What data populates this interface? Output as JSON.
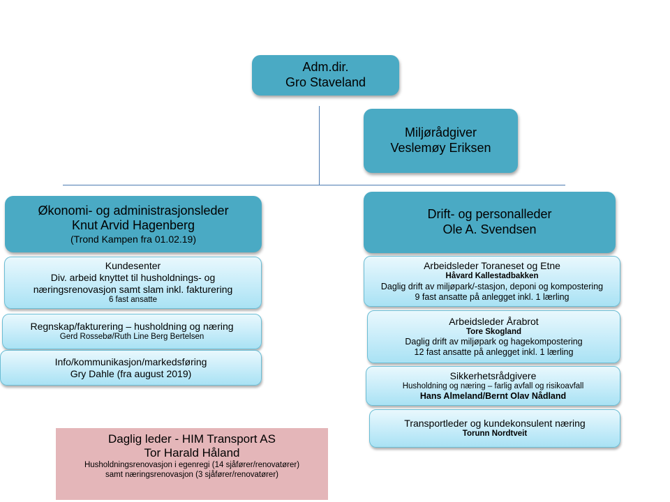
{
  "adm_dir": {
    "title": "Adm.dir.",
    "name": "Gro Staveland"
  },
  "miljo": {
    "title": "Miljørådgiver",
    "name": "Veslemøy Eriksen"
  },
  "okonomi": {
    "title": "Økonomi- og administrasjonsleder",
    "name": "Knut Arvid Hagenberg",
    "note": "(Trond Kampen fra 01.02.19)",
    "units": [
      {
        "title": "Kundesenter",
        "line1": "Div. arbeid knyttet  til husholdnings-  og",
        "line2": "næringsrenovasjon  samt slam inkl. fakturering",
        "line3": "6 fast ansatte"
      },
      {
        "title": "Regnskap/fakturering  – husholdning  og næring",
        "line1": "Gerd Rossebø/Ruth  Line Berg Bertelsen"
      },
      {
        "title": "Info/kommunikasjon/markedsføring",
        "line1": "Gry Dahle (fra august 2019)"
      }
    ]
  },
  "drift": {
    "title": "Drift- og personalleder",
    "name": "Ole A. Svendsen",
    "units": [
      {
        "title": "Arbeidsleder Toraneset og Etne",
        "name": "Håvard Kallestadbakken",
        "line1": "Daglig drift  av  miljøpark/-stasjon,  deponi  og kompostering",
        "line2": "9 fast ansatte på anlegget  inkl. 1 lærling"
      },
      {
        "title": "Arbeidsleder Årabrot",
        "name": "Tore Skogland",
        "line1": "Daglig drift  av  miljøpark  og hagekompostering",
        "line2": "12 fast ansatte på anlegget inkl. 1 lærling"
      },
      {
        "title": "Sikkerhetsrådgivere",
        "line1": "Husholdning  og næring – farlig avfall  og risikoavfall",
        "name": "Hans Almeland/Bernt Olav Nådland"
      },
      {
        "title": "Transportleder  og kundekonsulent  næring",
        "name": "Torunn Nordtveit"
      }
    ]
  },
  "transport": {
    "title": "Daglig leder - HIM Transport AS",
    "name": "Tor Harald Håland",
    "line1": "Husholdningsrenovasjon   i egenregi  (14 sjåfører/renovatører)",
    "line2": "samt næringsrenovasjon  (3 sjåfører/renovatører)"
  }
}
